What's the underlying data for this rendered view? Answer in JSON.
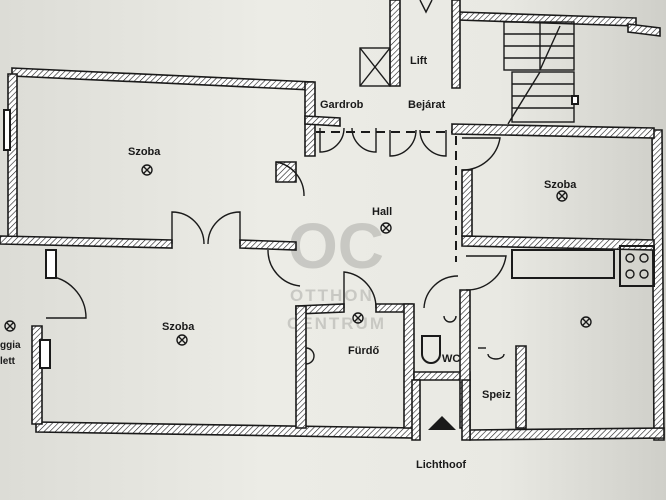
{
  "rooms": {
    "szoba_top_left": "Szoba",
    "szoba_right": "Szoba",
    "szoba_bottom": "Szoba",
    "gardrob": "Gardrob",
    "bejarat": "Bejárat",
    "lift": "Lift",
    "hall": "Hall",
    "furdo": "Fürdő",
    "wc": "WC",
    "speiz": "Speiz",
    "lichthoof": "Lichthoof",
    "loggia_line1": "ggia",
    "loggia_line2": "lett"
  },
  "watermark": {
    "logo": "OC",
    "line1": "OTTHON",
    "line2": "CENTRUM"
  },
  "colors": {
    "wall_stroke": "#1a1a1a",
    "paper": "#e9e9e3",
    "watermark": "#8a8a86"
  }
}
